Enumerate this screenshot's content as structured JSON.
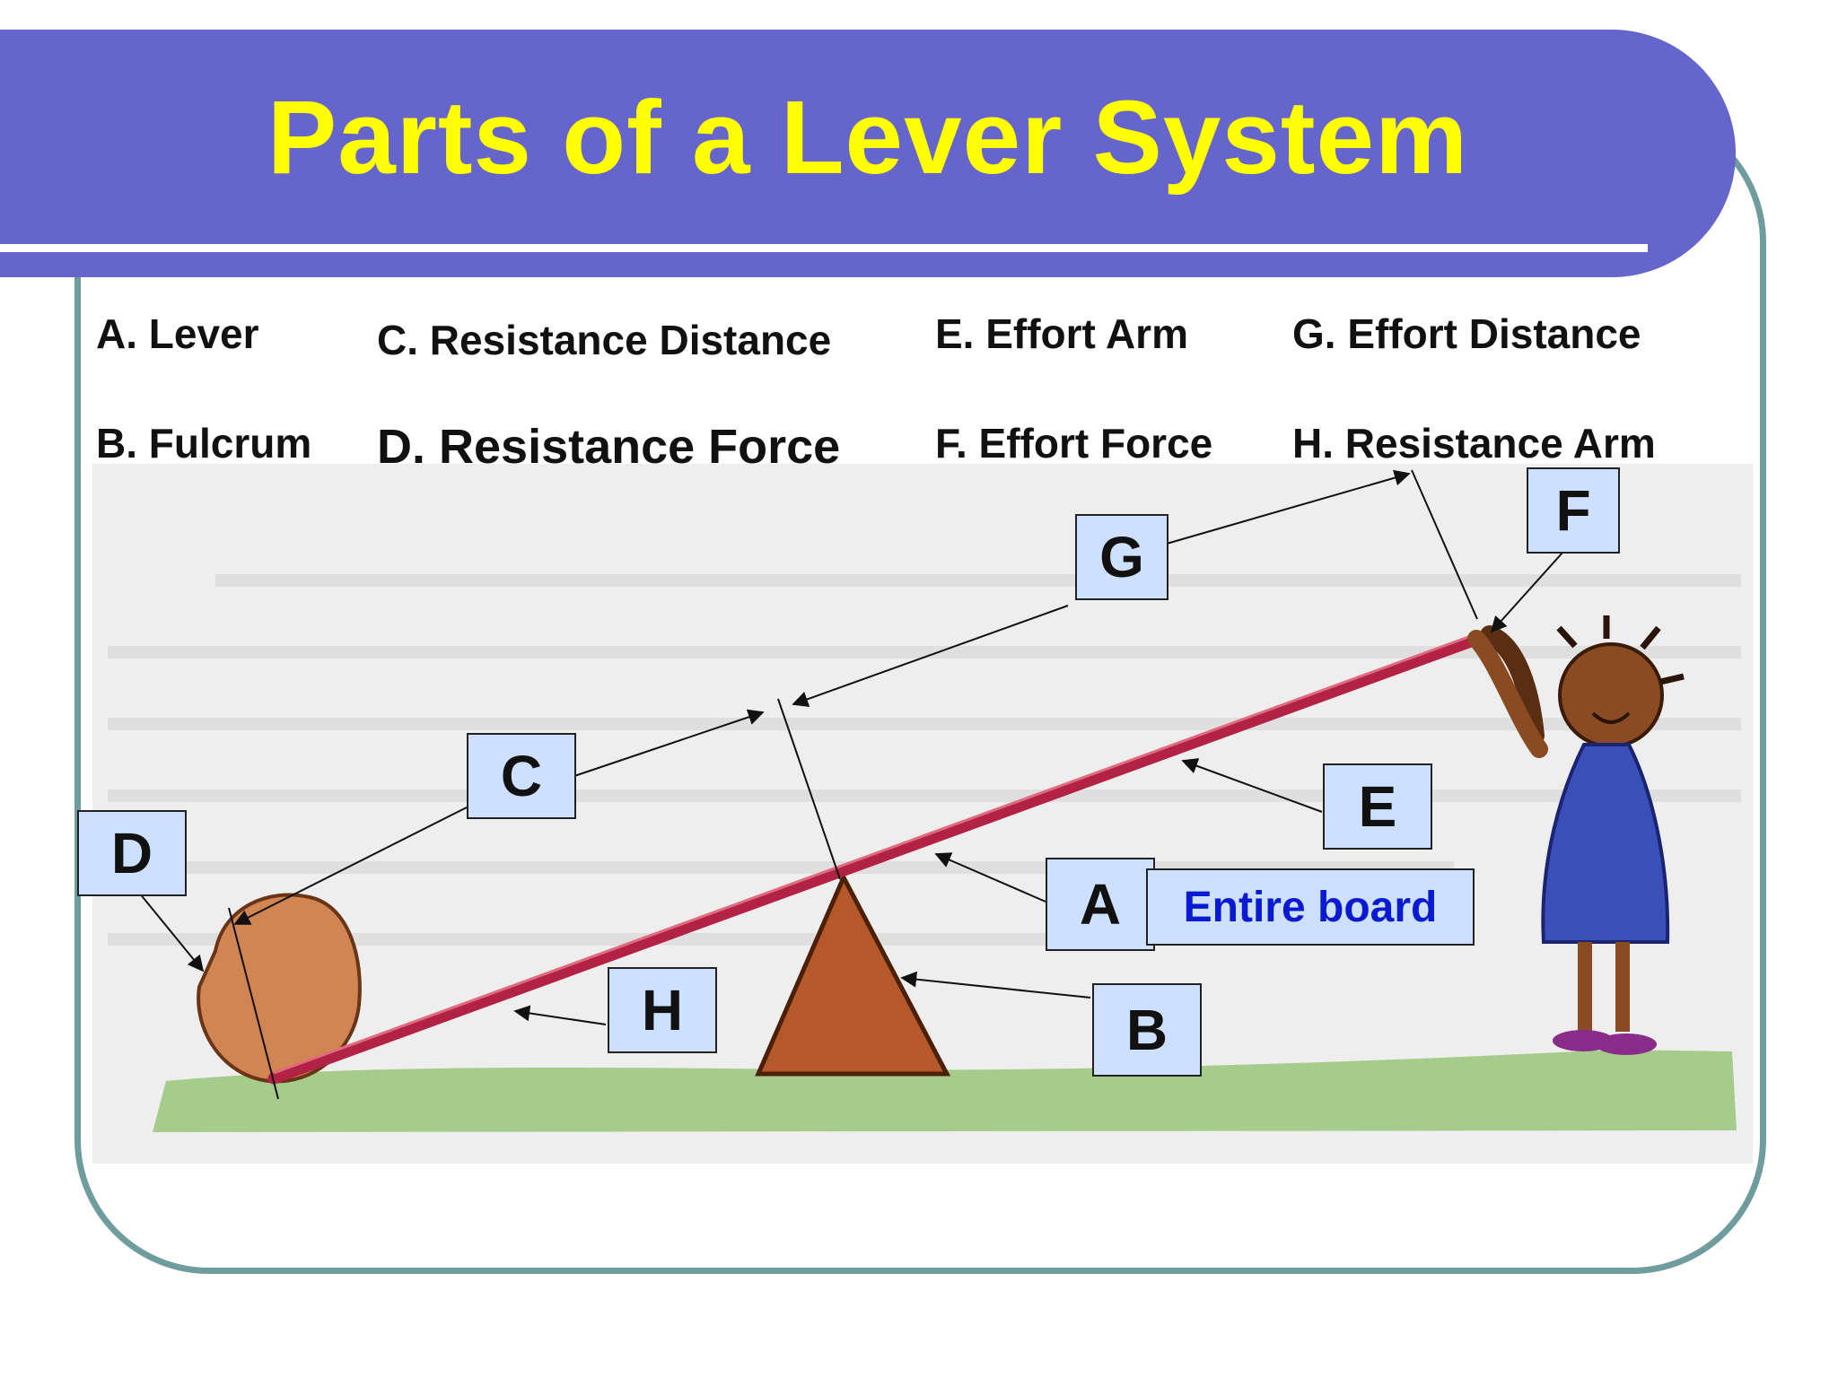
{
  "title": "Parts of a Lever System",
  "legend": {
    "a": "A. Lever",
    "b": "B. Fulcrum",
    "c": "C. Resistance Distance",
    "d": "D. Resistance Force",
    "e": "E. Effort Arm",
    "f": "F. Effort Force",
    "g": "G. Effort Distance",
    "h": "H. Resistance Arm"
  },
  "markers": {
    "a": "A",
    "b": "B",
    "c": "C",
    "d": "D",
    "e": "E",
    "f": "F",
    "g": "G",
    "h": "H"
  },
  "a_note": "Entire board",
  "colors": {
    "title_bar": "#6565cc",
    "title_text": "#ffff00",
    "frame_border": "#6f9c9c",
    "label_fill": "#cde0ff",
    "note_text": "#0a1ad0",
    "lever": "#b22244",
    "fulcrum": "#b5582a",
    "rock": "#d18552",
    "girl_skin": "#8a4a22",
    "girl_dress": "#3a4fb8",
    "grass": "#8cc06a"
  }
}
